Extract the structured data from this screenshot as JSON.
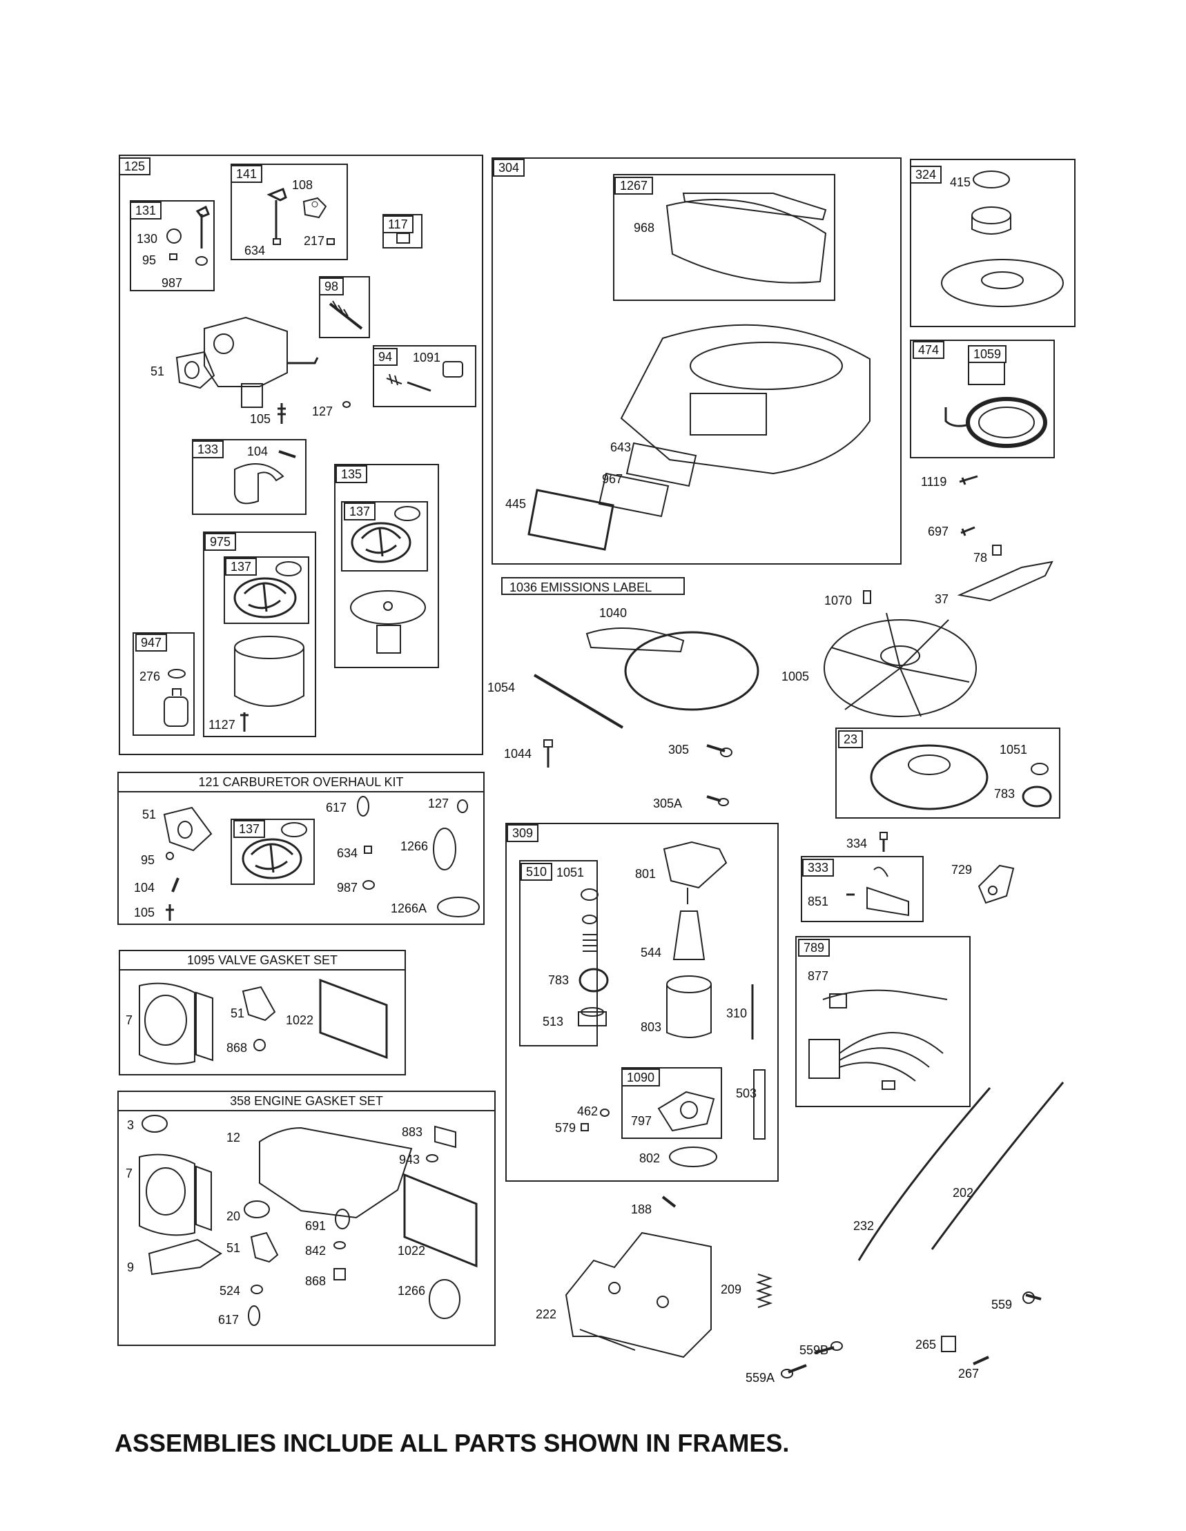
{
  "footer": "ASSEMBLIES INCLUDE ALL PARTS SHOWN IN FRAMES.",
  "emissions_label": "1036 EMISSIONS LABEL",
  "kits": {
    "carb_overhaul": "121 CARBURETOR OVERHAUL KIT",
    "valve_gasket": "1095 VALVE GASKET SET",
    "engine_gasket": "358 ENGINE GASKET SET"
  },
  "frames": {
    "f125": "125",
    "f141": "141",
    "f131": "131",
    "f117": "117",
    "f98": "98",
    "f94": "94",
    "f133": "133",
    "f135": "135",
    "f137a": "137",
    "f975": "975",
    "f137b": "137",
    "f947": "947",
    "f304": "304",
    "f1267": "1267",
    "f324": "324",
    "f474": "474",
    "f1059": "1059",
    "f23": "23",
    "f137c": "137",
    "f309": "309",
    "f510": "510",
    "f1090": "1090",
    "f333": "333",
    "f789": "789"
  },
  "labels": {
    "l108": "108",
    "l634a": "634",
    "l217": "217",
    "l130": "130",
    "l95a": "95",
    "l987a": "987",
    "l51a": "51",
    "l1091": "1091",
    "l105a": "105",
    "l127a": "127",
    "l104a": "104",
    "l276": "276",
    "l1127": "1127",
    "l968": "968",
    "l643": "643",
    "l967": "967",
    "l445": "445",
    "l415": "415",
    "l1119": "1119",
    "l697": "697",
    "l78": "78",
    "l37": "37",
    "l1040": "1040",
    "l1054": "1054",
    "l1070": "1070",
    "l1005": "1005",
    "l1044": "1044",
    "l305": "305",
    "l305a": "305A",
    "l1051a": "1051",
    "l783a": "783",
    "l51b": "51",
    "l617a": "617",
    "l127b": "127",
    "l95b": "95",
    "l104b": "104",
    "l105b": "105",
    "l634b": "634",
    "l987b": "987",
    "l1266a": "1266",
    "l1266b": "1266A",
    "l7a": "7",
    "l51c": "51",
    "l1022a": "1022",
    "l868a": "868",
    "l3": "3",
    "l12": "12",
    "l883": "883",
    "l943": "943",
    "l7b": "7",
    "l20": "20",
    "l691": "691",
    "l51d": "51",
    "l842": "842",
    "l1022b": "1022",
    "l9": "9",
    "l524": "524",
    "l868b": "868",
    "l1266c": "1266",
    "l617b": "617",
    "l1051b": "1051",
    "l801": "801",
    "l544": "544",
    "l783b": "783",
    "l513": "513",
    "l803": "803",
    "l310": "310",
    "l462": "462",
    "l579": "579",
    "l797": "797",
    "l503": "503",
    "l802": "802",
    "l334": "334",
    "l729": "729",
    "l851": "851",
    "l877": "877",
    "l188": "188",
    "l202": "202",
    "l232": "232",
    "l209": "209",
    "l222": "222",
    "l559": "559",
    "l559b": "559B",
    "l265": "265",
    "l559a": "559A",
    "l267": "267"
  }
}
